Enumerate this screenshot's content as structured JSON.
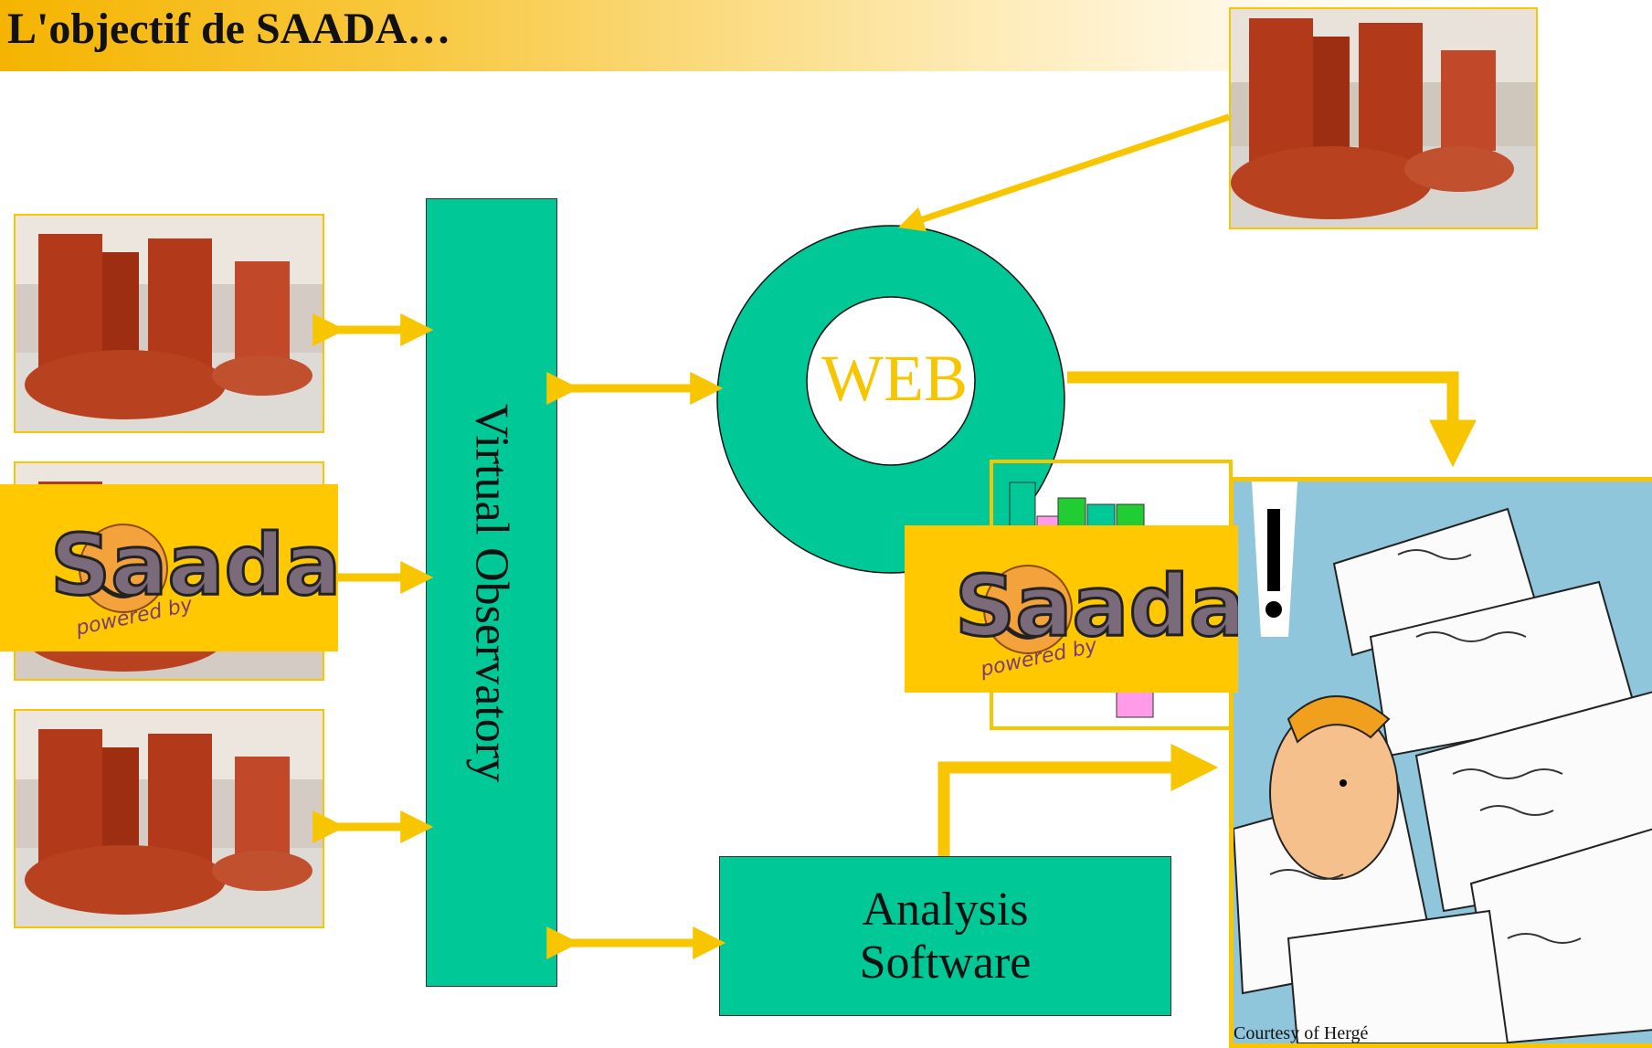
{
  "header": {
    "title": "L'objectif de SAADA…"
  },
  "boxes": {
    "virtual_observatory": "Virtual Observatory",
    "analysis_line1": "Analysis",
    "analysis_line2": "Software",
    "web": "WEB"
  },
  "comic": {
    "credit": "Courtesy of Hergé"
  },
  "logo": {
    "wordmark": "Saada",
    "tagline": "powered by"
  },
  "colors": {
    "accent_yellow": "#f7c600",
    "box_green": "#00c896",
    "logo_bg": "#ffc800"
  }
}
